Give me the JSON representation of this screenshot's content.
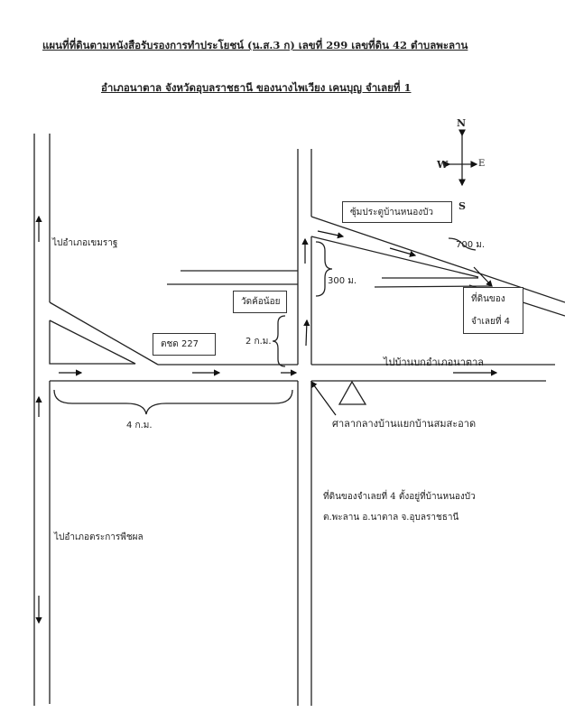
{
  "title_line1": "แผนที่ที่ดินตามหนังสือรับรองการทำประโยชน์ (น.ส.3 ก) เลขที่  299  เลขที่ดิน 42  ตำบลพะลาน",
  "title_line2": "อำเภอนาตาล จังหวัดอุบลราชธานี  ของนางไพเวียง เคนบุญ  จำเลยที่ 1",
  "compass": {
    "n": "N",
    "s": "S",
    "e": "E",
    "w": "W"
  },
  "labels": {
    "to_khemarat": "ไปอำเภอเขมราฐ",
    "to_trakan": "ไปอำเภอตระการพืชผล",
    "to_nongbua_gate": "ซุ้มประตูบ้านหนองบัว",
    "dist_700": "700 ม.",
    "dist_300": "300 ม.",
    "dist_2km": "2 ก.ม.",
    "dist_4km": "4 ก.ม.",
    "wat": "วัดค้อน้อย",
    "bpp": "ตชด 227",
    "land_line1": "ที่ดินของ",
    "land_line2": "จำเลยที่ 4",
    "to_natan": "ไปบ้านบกอำเภอนาตาล",
    "sala": "ศาลากลางบ้านแยกบ้านสมสะอาด",
    "note_line1": "ที่ดินของจำเลยที่ 4 ตั้งอยู่ที่บ้านหนองบัว",
    "note_line2": "ต.พะลาน อ.นาตาล จ.อุบลราชธานี"
  }
}
